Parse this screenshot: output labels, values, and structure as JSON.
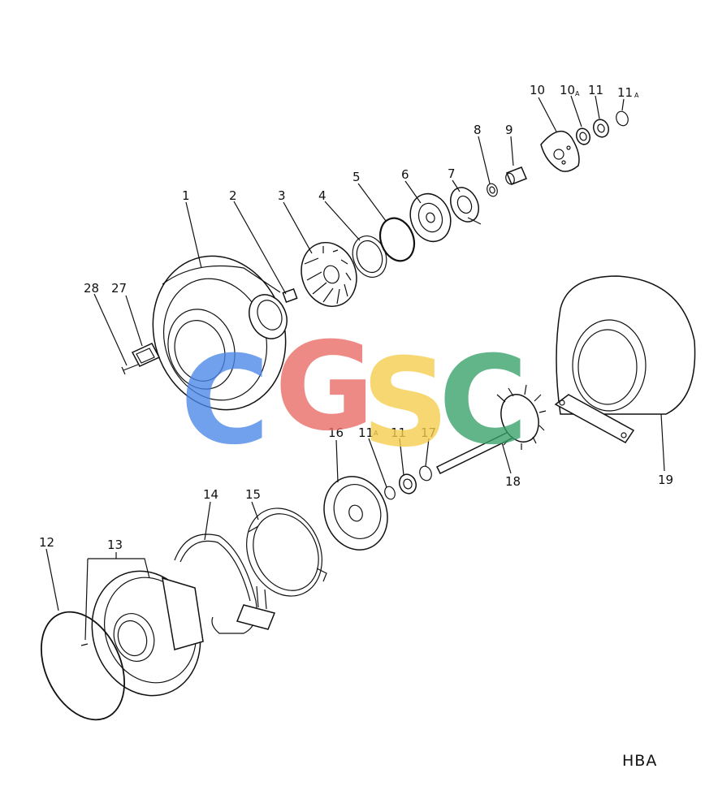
{
  "diagram": {
    "parts": [
      {
        "id": "1",
        "label": "1"
      },
      {
        "id": "2",
        "label": "2"
      },
      {
        "id": "3",
        "label": "3"
      },
      {
        "id": "4",
        "label": "4"
      },
      {
        "id": "5",
        "label": "5"
      },
      {
        "id": "6",
        "label": "6"
      },
      {
        "id": "7",
        "label": "7"
      },
      {
        "id": "8",
        "label": "8"
      },
      {
        "id": "9",
        "label": "9"
      },
      {
        "id": "10",
        "label": "10"
      },
      {
        "id": "10a",
        "label": "10",
        "suffix": "A"
      },
      {
        "id": "11",
        "label": "11"
      },
      {
        "id": "11a",
        "label": "11",
        "suffix": "A"
      },
      {
        "id": "12",
        "label": "12"
      },
      {
        "id": "13",
        "label": "13"
      },
      {
        "id": "14",
        "label": "14"
      },
      {
        "id": "15",
        "label": "15"
      },
      {
        "id": "16",
        "label": "16"
      },
      {
        "id": "11a-lower",
        "label": "11",
        "suffix": "A"
      },
      {
        "id": "11-lower",
        "label": "11"
      },
      {
        "id": "17",
        "label": "17"
      },
      {
        "id": "18",
        "label": "18"
      },
      {
        "id": "19",
        "label": "19"
      },
      {
        "id": "27",
        "label": "27"
      },
      {
        "id": "28",
        "label": "28"
      }
    ],
    "code": "HBA"
  },
  "watermark": {
    "letters": [
      "C",
      "G",
      "S",
      "C"
    ],
    "colors": [
      "#4a86e8",
      "#ea6a64",
      "#f6cd4a",
      "#35a168"
    ]
  }
}
